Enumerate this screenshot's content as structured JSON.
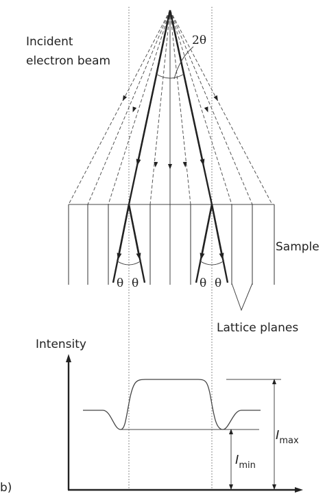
{
  "labels": {
    "incident_line1": "Incident",
    "incident_line2": "electron beam",
    "two_theta": "2θ",
    "sample": "Sample",
    "theta": "θ",
    "lattice_planes": "Lattice planes",
    "intensity": "Intensity",
    "i_letter": "I",
    "max_sub": "max",
    "min_sub": "min",
    "panel": "b)"
  },
  "colors": {
    "ink": "#222222",
    "dashed": "#555555",
    "thin": "#444444"
  }
}
